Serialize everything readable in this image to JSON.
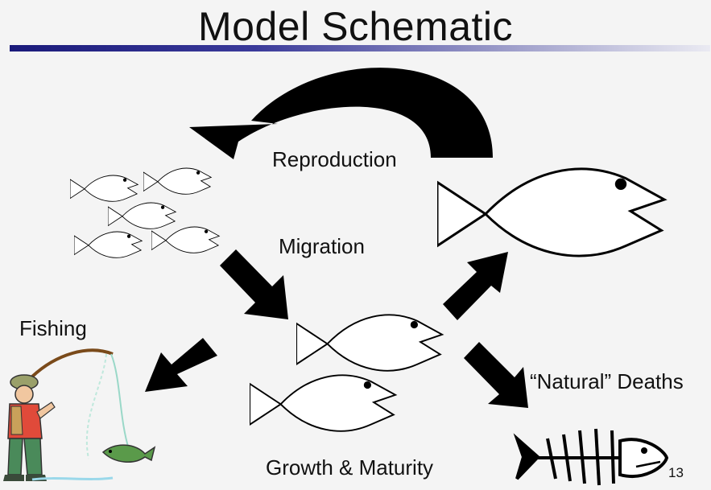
{
  "slide": {
    "title": "Model Schematic",
    "page_number": "13"
  },
  "labels": {
    "reproduction": "Reproduction",
    "migration": "Migration",
    "fishing": "Fishing",
    "natural_deaths": "“Natural” Deaths",
    "growth": "Growth & Maturity"
  },
  "colors": {
    "title_rule": "#2b2b8a",
    "arrow": "#000000",
    "fish_outline": "#000000"
  },
  "icons": [
    "curved-arrow-icon",
    "arrow-icon",
    "fish-icon",
    "fisherman-icon",
    "fish-skeleton-icon"
  ]
}
